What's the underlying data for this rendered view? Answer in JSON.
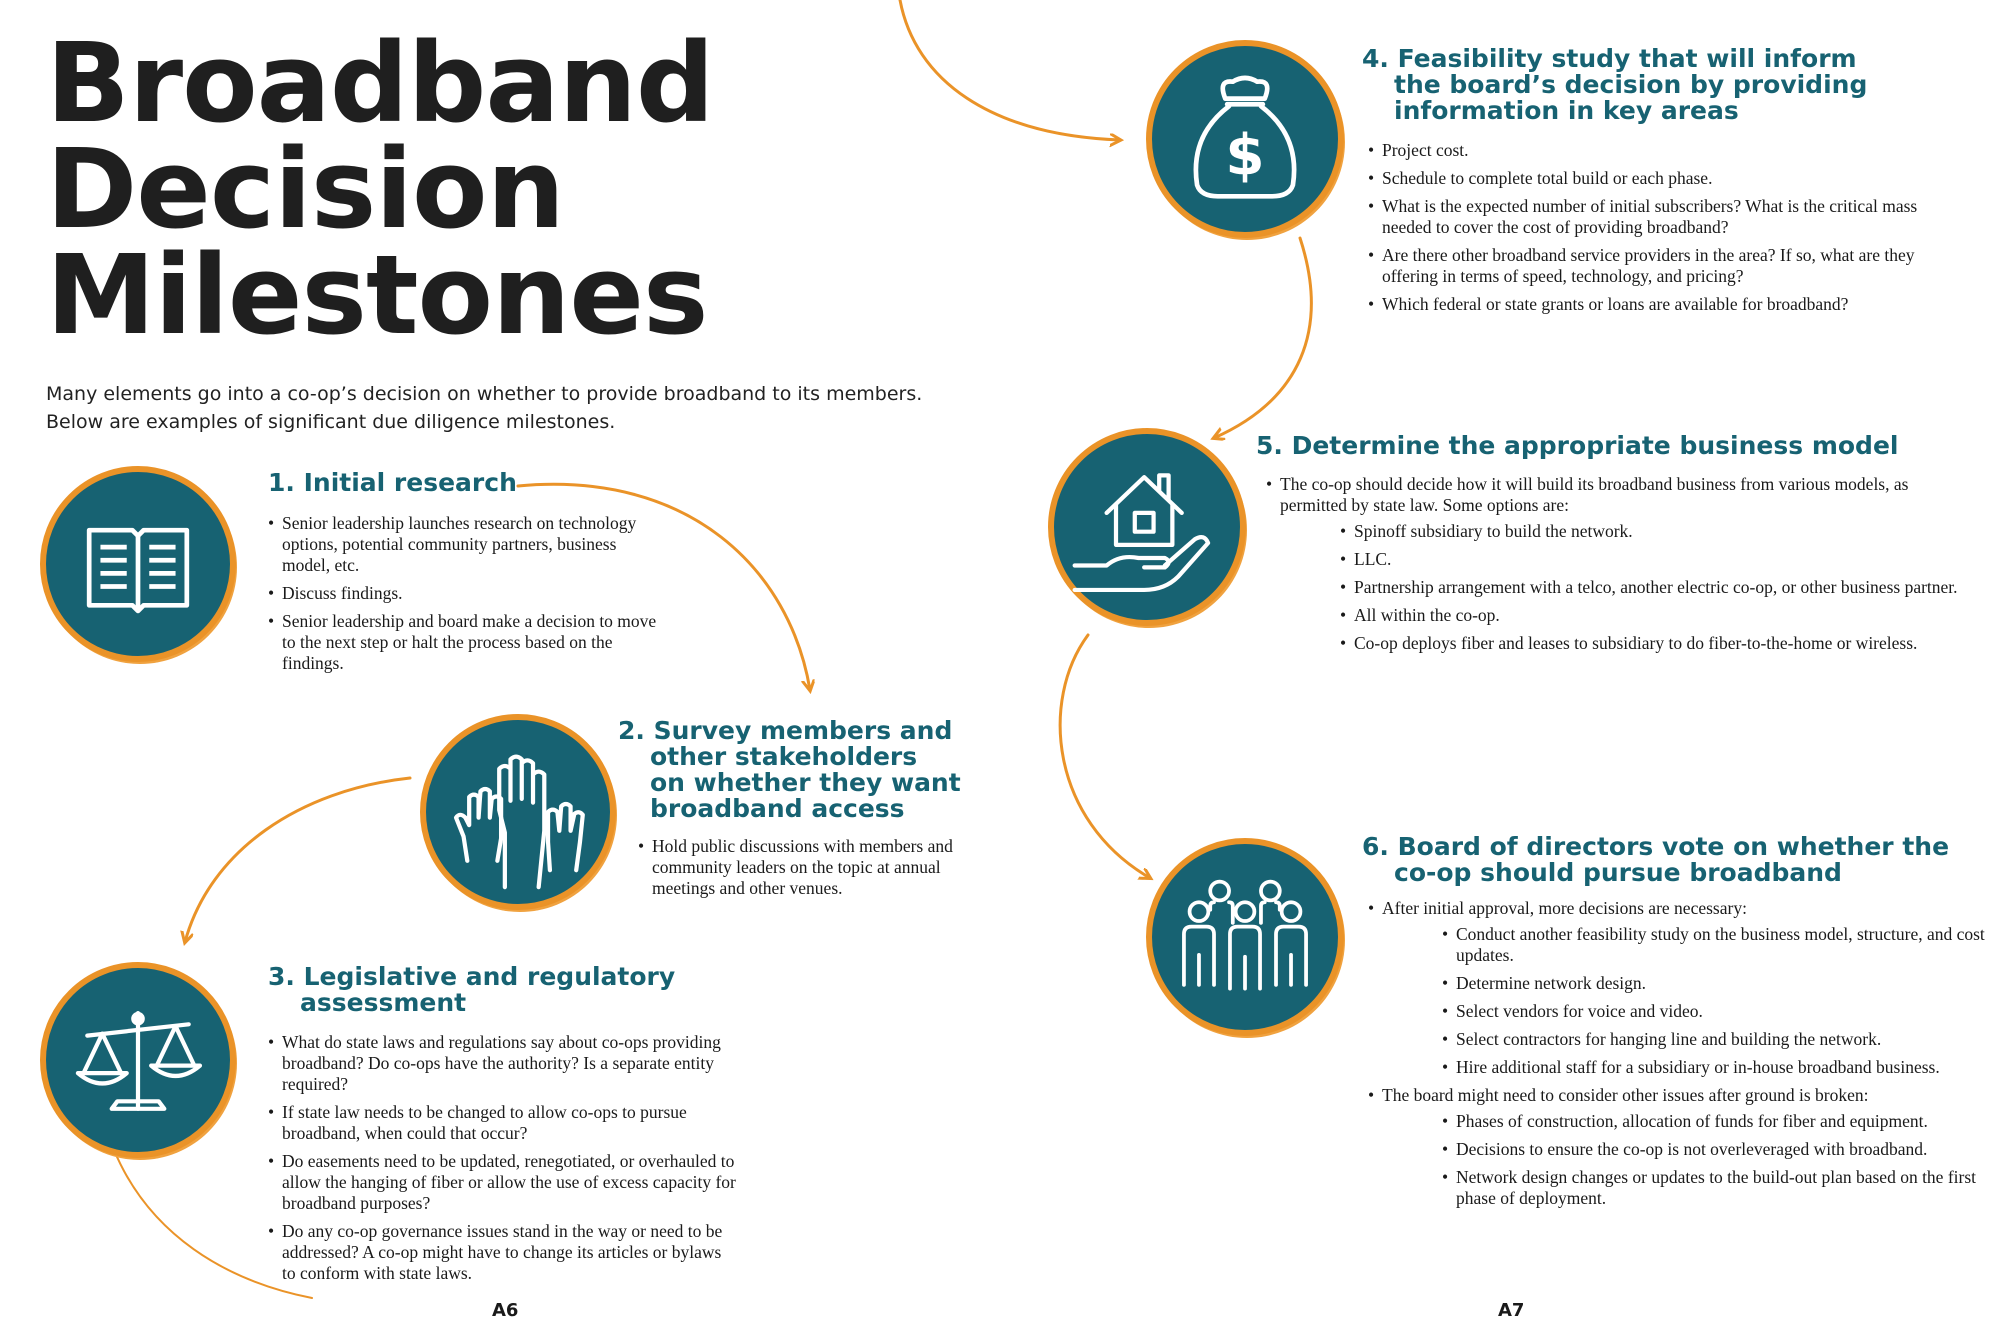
{
  "title_lines": [
    "Broadband",
    "Decision",
    "Milestones"
  ],
  "intro": "Many elements go into a co-op’s decision on whether to provide broadband to its members. Below are examples of significant due diligence milestones.",
  "milestones": [
    {
      "icon": "open-book-icon",
      "heading_lines": [
        "1. Initial research"
      ],
      "bullets": [
        "Senior leadership launches research on technology options, potential community partners, business model, etc.",
        "Discuss findings.",
        "Senior leadership and board make a decision to move to the next step or halt the process based on the findings."
      ]
    },
    {
      "icon": "raised-hands-icon",
      "heading_lines": [
        "2. Survey members and",
        "other stakeholders",
        "on whether they want",
        "broadband access"
      ],
      "bullets": [
        "Hold public discussions with members and community leaders on the topic at annual meetings and other venues."
      ]
    },
    {
      "icon": "scales-icon",
      "heading_lines": [
        "3. Legislative and regulatory",
        "assessment"
      ],
      "bullets": [
        "What do state laws and regulations say about co-ops providing broadband? Do co-ops have the authority? Is a separate entity required?",
        "If state law needs to be changed to allow co-ops to pursue broadband, when could that occur?",
        "Do easements need to be updated, renegotiated, or overhauled to allow the hanging of fiber or allow the use of excess capacity for broadband purposes?",
        "Do any co-op governance issues stand in the way or need to be addressed? A co-op might have to change its articles or bylaws to conform with state laws."
      ]
    },
    {
      "icon": "money-bag-icon",
      "heading_lines": [
        "4. Feasibility study that will inform",
        "the board’s decision by providing",
        "information in key areas"
      ],
      "bullets": [
        "Project cost.",
        "Schedule to complete total build or each phase.",
        "What is the expected number of initial subscribers? What is the critical mass needed to cover the cost of providing broadband?",
        "Are there other broadband service providers in the area? If so, what are they offering in terms of speed, technology, and pricing?",
        "Which federal or state grants or loans are available for broadband?"
      ]
    },
    {
      "icon": "house-in-hand-icon",
      "heading_lines": [
        "5. Determine the appropriate business model"
      ],
      "bullets": [
        "The co-op should decide how it will build its broadband business from various models, as permitted by state law. Some options are:"
      ],
      "sub_bullets": [
        "Spinoff subsidiary to build the network.",
        "LLC.",
        "Partnership arrangement with a telco, another electric co-op, or other business partner.",
        "All within the co-op.",
        "Co-op deploys fiber and leases to subsidiary to do fiber-to-the-home or wireless."
      ]
    },
    {
      "icon": "group-of-people-icon",
      "heading_lines": [
        "6. Board of directors vote on whether the",
        "co-op should pursue broadband"
      ],
      "groups": [
        {
          "text": "After initial approval, more decisions are necessary:",
          "sub": [
            "Conduct another feasibility study on the business model, structure, and cost updates.",
            "Determine network design.",
            "Select vendors for voice and video.",
            "Select contractors for hanging line and building the network.",
            "Hire additional staff for a subsidiary or in-house broadband business."
          ]
        },
        {
          "text": "The board might need to consider other issues after ground is broken:",
          "sub": [
            "Phases of construction, allocation of funds for fiber and equipment.",
            "Decisions to ensure the co-op is not overleveraged with broadband.",
            "Network design changes or updates to the build-out plan based on the first phase of deployment."
          ]
        }
      ]
    }
  ],
  "folios": [
    "A6",
    "A7"
  ],
  "colors": {
    "teal": "#176272",
    "orange": "#ea9328",
    "text": "#1a1a1a"
  }
}
